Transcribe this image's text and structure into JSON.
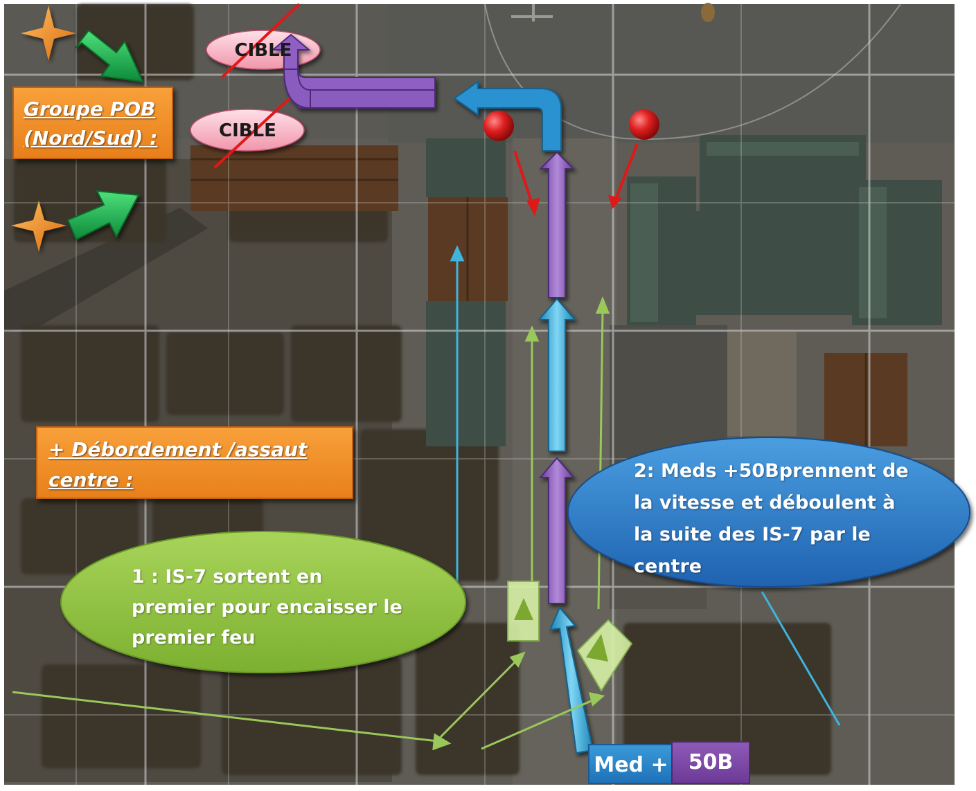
{
  "map": {
    "groupe_pob_label": "Groupe POB (Nord/Sud) :",
    "debordement_label": "+ Débordement /assaut centre :",
    "cible_top": "CIBLE",
    "cible_mid": "CIBLE",
    "note_1": "1 : IS-7 sortent en premier pour encaisser le premier feu",
    "note_2": "2: Meds +50Bprennent de la vitesse et déboulent à la suite des IS-7 par le centre",
    "tag_med": "Med +",
    "tag_50b": "50B"
  },
  "colors": {
    "orange_box": "#f39230",
    "green_ellipse": "#92c540",
    "blue_ellipse": "#2f7fc6",
    "cible_fill": "#f4b8c4",
    "purple_arrow": "#8a5cc0",
    "cyan_arrow": "#2aa6d6",
    "green_arrow": "#1fa14a",
    "red_marker": "#e02020",
    "star": "#f08a20"
  }
}
